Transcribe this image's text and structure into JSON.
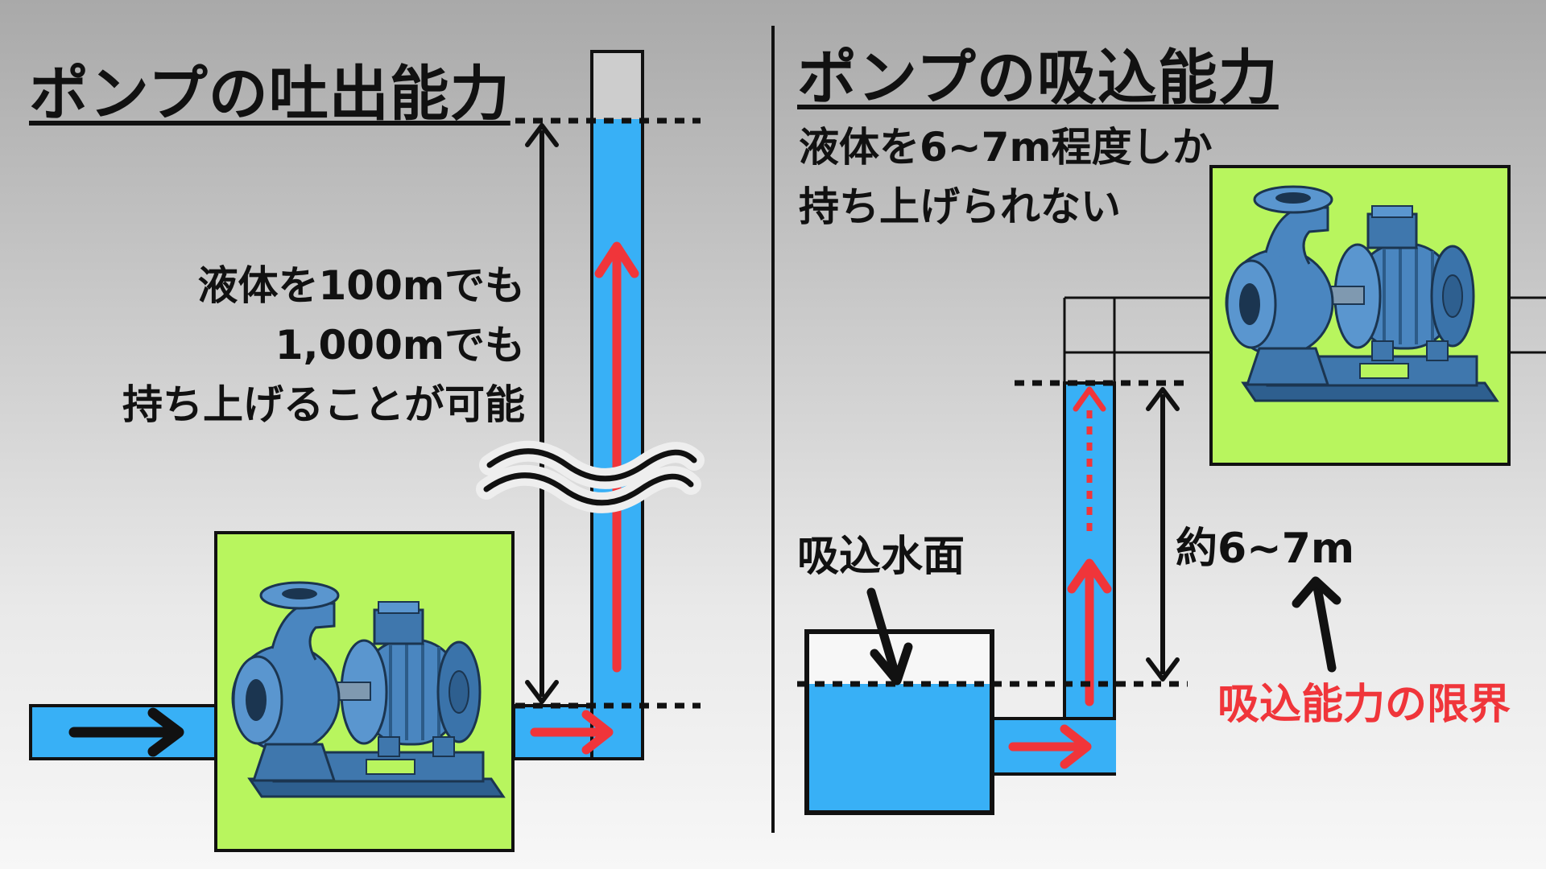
{
  "left": {
    "title": "ポンプの吐出能力",
    "description_lines": [
      "液体を100mでも",
      "1,000mでも",
      "持ち上げることが可能"
    ]
  },
  "right": {
    "title": "ポンプの吸込能力",
    "description_lines": [
      "液体を6~7m程度しか",
      "持ち上げられない"
    ],
    "water_surface_label": "吸込水面",
    "height_label": "約6~7m",
    "limit_label": "吸込能力の限界"
  },
  "colors": {
    "water": "#38b0f6",
    "flow_arrow": "#f0353a",
    "pump_panel": "#b8f55e",
    "limit_text": "#f0353a"
  },
  "icons": [
    "centrifugal-pump-illustration",
    "flow-arrow",
    "break-mark-icon"
  ]
}
